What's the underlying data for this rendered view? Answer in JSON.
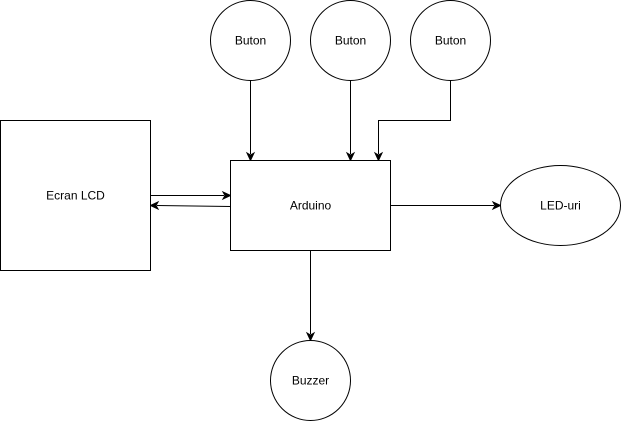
{
  "diagram": {
    "nodes": {
      "button_1": {
        "label": "Buton",
        "shape": "circle"
      },
      "button_2": {
        "label": "Buton",
        "shape": "circle"
      },
      "button_3": {
        "label": "Buton",
        "shape": "circle"
      },
      "lcd": {
        "label": "Ecran LCD",
        "shape": "rectangle"
      },
      "arduino": {
        "label": "Arduino",
        "shape": "rectangle"
      },
      "leds": {
        "label": "LED-uri",
        "shape": "ellipse"
      },
      "buzzer": {
        "label": "Buzzer",
        "shape": "circle"
      }
    },
    "edges": [
      {
        "from": "button_1",
        "to": "arduino"
      },
      {
        "from": "button_2",
        "to": "arduino"
      },
      {
        "from": "button_3",
        "to": "arduino"
      },
      {
        "from": "lcd",
        "to": "arduino"
      },
      {
        "from": "arduino",
        "to": "lcd"
      },
      {
        "from": "arduino",
        "to": "leds"
      },
      {
        "from": "arduino",
        "to": "buzzer"
      }
    ],
    "colors": {
      "stroke": "#000000",
      "fill": "#ffffff",
      "text": "#000000"
    }
  }
}
